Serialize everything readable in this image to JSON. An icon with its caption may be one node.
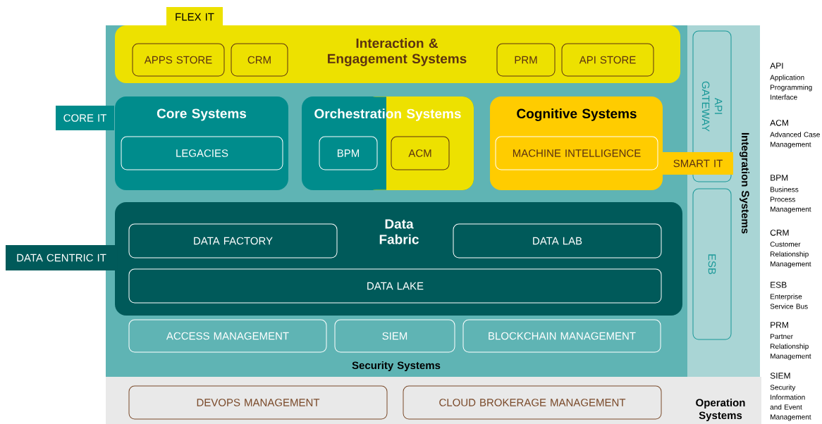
{
  "diagram": {
    "nodes": [
      {
        "text": [
          "Security Systems"
        ]
      },
      {
        "text": [
          "Interaction & Engagement Systems"
        ],
        "in": 0
      },
      {
        "text": [
          "APPS STORE"
        ],
        "in": 1
      },
      {
        "text": [
          "CRM"
        ],
        "in": 1
      },
      {
        "text": [
          "PRM"
        ],
        "in": 1
      },
      {
        "text": [
          "API STORE"
        ],
        "in": 1
      },
      {
        "text": [
          "Core Systems"
        ],
        "in": 0
      },
      {
        "text": [
          "LEGACIES"
        ],
        "in": 6
      },
      {
        "text": [
          "Orchestration Systems"
        ],
        "in": 0
      },
      {
        "text": [
          "BPM"
        ],
        "in": 8
      },
      {
        "text": [
          "ACM"
        ],
        "in": 8
      },
      {
        "text": [
          "Cognitive Systems"
        ],
        "in": 0
      },
      {
        "text": [
          "MACHINE INTELLIGENCE"
        ],
        "in": 11
      },
      {
        "text": [
          "Data Fabric"
        ],
        "in": 0
      },
      {
        "text": [
          "DATA FACTORY"
        ],
        "in": 13
      },
      {
        "text": [
          "DATA LAB"
        ],
        "in": 13
      },
      {
        "text": [
          "DATA LAKE"
        ],
        "in": 13
      },
      {
        "text": [
          "ACCESS MANAGEMENT"
        ],
        "in": 0
      },
      {
        "text": [
          "SIEM"
        ],
        "in": 0
      },
      {
        "text": [
          "BLOCKCHAIN MANAGEMENT"
        ],
        "in": 0
      },
      {
        "text": [
          "Integration Systems"
        ]
      },
      {
        "text": [
          "API GATEWAY"
        ],
        "in": 20
      },
      {
        "text": [
          "ESB"
        ],
        "in": 20
      },
      {
        "text": [
          "Operation Systems"
        ]
      },
      {
        "text": [
          "DEVOPS MANAGEMENT"
        ],
        "in": 23
      },
      {
        "text": [
          "CLOUD BROKERAGE MANAGEMENT"
        ],
        "in": 23
      },
      {
        "text": [
          "FLEX IT"
        ]
      },
      {
        "text": [
          "CORE IT"
        ]
      },
      {
        "text": [
          "SMART IT"
        ]
      },
      {
        "text": [
          "DATA CENTRIC IT"
        ]
      }
    ],
    "labels": [
      "API",
      "Application Programming Interface",
      "ACM",
      "Advanced Case Management",
      "BPM",
      "Business Process Management",
      "CRM",
      "Customer Relationship Management",
      "ESB",
      "Enterprise Service Bus",
      "PRM",
      "Partner Relationship Management",
      "SIEM",
      "Security Information and Event Management"
    ]
  }
}
